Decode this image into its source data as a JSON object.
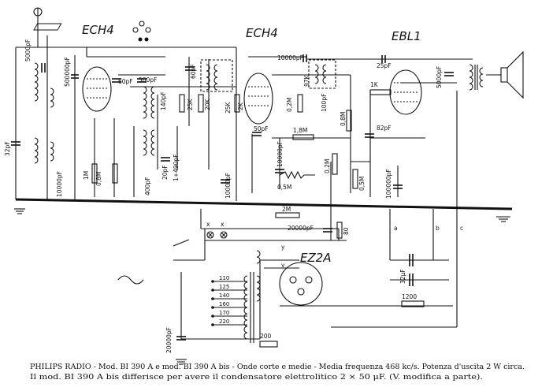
{
  "tubes": {
    "ech4_left": "ECH4",
    "ech4_mid": "ECH4",
    "ebl1": "EBL1",
    "ez2a": "EZ2A"
  },
  "components": {
    "c_5000pf_left": "5000pF",
    "c_500000pf": "500000pF",
    "c_32pf": "32pF",
    "c_60pf_a": "60pF",
    "c_500pf": "500pF",
    "c_140pf": "140pF",
    "c_60pf_b": "60pF",
    "c_400pf": "400pF",
    "c_20pf": "20pF",
    "c_1_490pf": "1+490pF",
    "c_10000pf_left": "10000pF",
    "r_1m": "1M",
    "r_08m_a": "0,8M",
    "r_25k_a": "25K",
    "r_20k": "20K",
    "r_25k_b": "25K",
    "r_2k": "2K",
    "c_10000pf_mid": "10000pF",
    "c_50pf": "50pF",
    "c_10000pf_top": "10000pF",
    "r_18m": "1,8M",
    "c_10000pf_b": "10000pF",
    "r_05m": "0,5M",
    "r_2m": "2M",
    "c_20000pf_mid": "20000pF",
    "r_80": "80",
    "r_97k": "97K",
    "r_08m_b": "0,8M",
    "c_100pf": "100pF",
    "r_02m": "0,2M",
    "r_02m_b": "0,2M",
    "c_25pf": "25pF",
    "r_1k": "1K",
    "c_82pf": "82pF",
    "r_05m_b": "0,5M",
    "c_100000pf": "100000pF",
    "c_5000pf_right": "5000pF",
    "c_32mf": "32μF",
    "r_1200": "1200",
    "c_20000pf_bottom": "20000pF",
    "r_200": "200"
  },
  "voltages": [
    "110",
    "125",
    "140",
    "160",
    "170",
    "220"
  ],
  "terminals": {
    "x1": "x",
    "x2": "x",
    "y1": "y",
    "y2": "y",
    "a": "a",
    "b": "b",
    "c": "c"
  },
  "caption": {
    "line1": "PHILIPS RADIO - Mod. BI 390 A e mod. BI 390 A bis - Onde corte e medie - Media frequenza 468 kc/s. Potenza d'uscita 2 W circa.",
    "line2": "Il mod. BI 390 A bis differisce per avere il condensatore elettrolitico 2 × 50 μF. (V. modifica a parte)."
  }
}
